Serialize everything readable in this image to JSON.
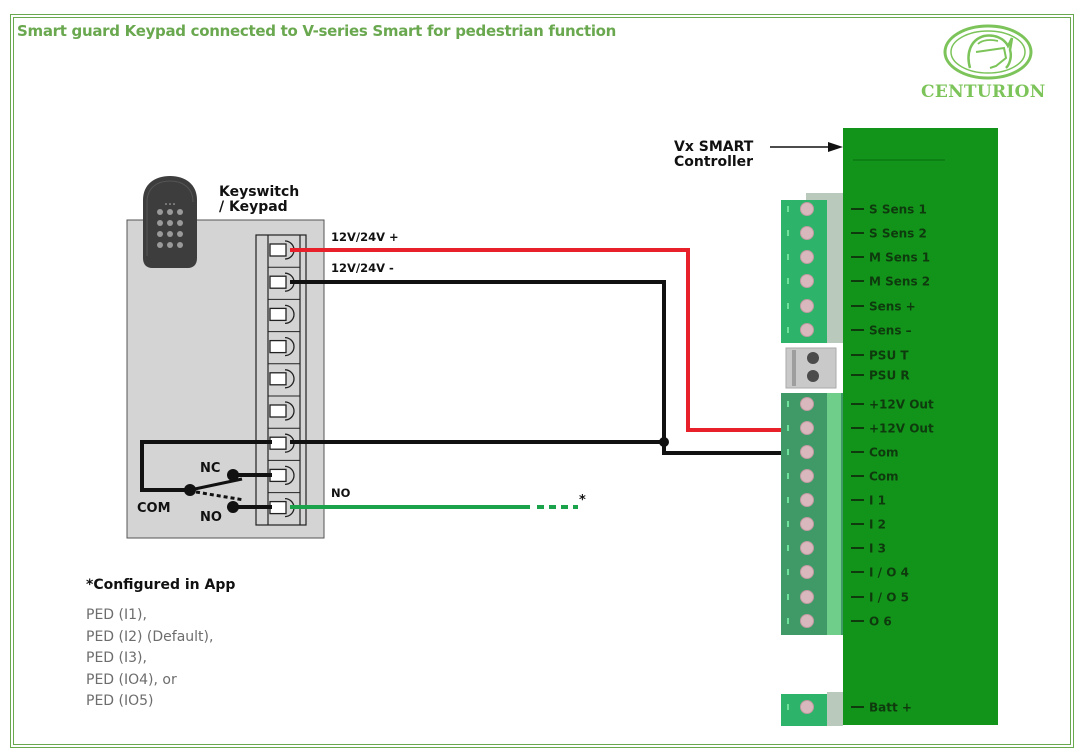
{
  "title": "Smart guard Keypad connected to V-series Smart for pedestrian function",
  "logo": {
    "name": "CENTURION",
    "icon": "centurion-helmet-icon",
    "color": "#7cc45a"
  },
  "frame_color": "#6aa84f",
  "keypad": {
    "label_line1": "Keyswitch",
    "label_line2": "/ Keypad",
    "icon": "keypad-icon",
    "terminal_count": 9,
    "relay": {
      "nc": "NC",
      "com": "COM",
      "no": "NO"
    }
  },
  "wires": {
    "positive": {
      "label": "12V/24V +",
      "color": "#e8202a"
    },
    "negative": {
      "label": "12V/24V -",
      "color": "#111111"
    },
    "no_output": {
      "label": "NO",
      "color": "#1aa34a",
      "note_marker": "*"
    }
  },
  "controller": {
    "label_line1": "Vx SMART",
    "label_line2": "Controller",
    "board_color": "#12941a",
    "terminals": [
      "S Sens 1",
      "S Sens 2",
      "M Sens 1",
      "M Sens 2",
      "Sens +",
      "Sens –",
      "PSU T",
      "PSU R",
      "+12V Out",
      "+12V Out",
      "Com",
      "Com",
      "I 1",
      "I 2",
      "I 3",
      "I / O 4",
      "I / O 5",
      "O 6",
      "Batt +"
    ]
  },
  "note": {
    "title": "*Configured in App",
    "items": [
      "PED (I1),",
      "PED (I2) (Default),",
      "PED (I3),",
      "PED (IO4), or",
      "PED (IO5)"
    ]
  }
}
